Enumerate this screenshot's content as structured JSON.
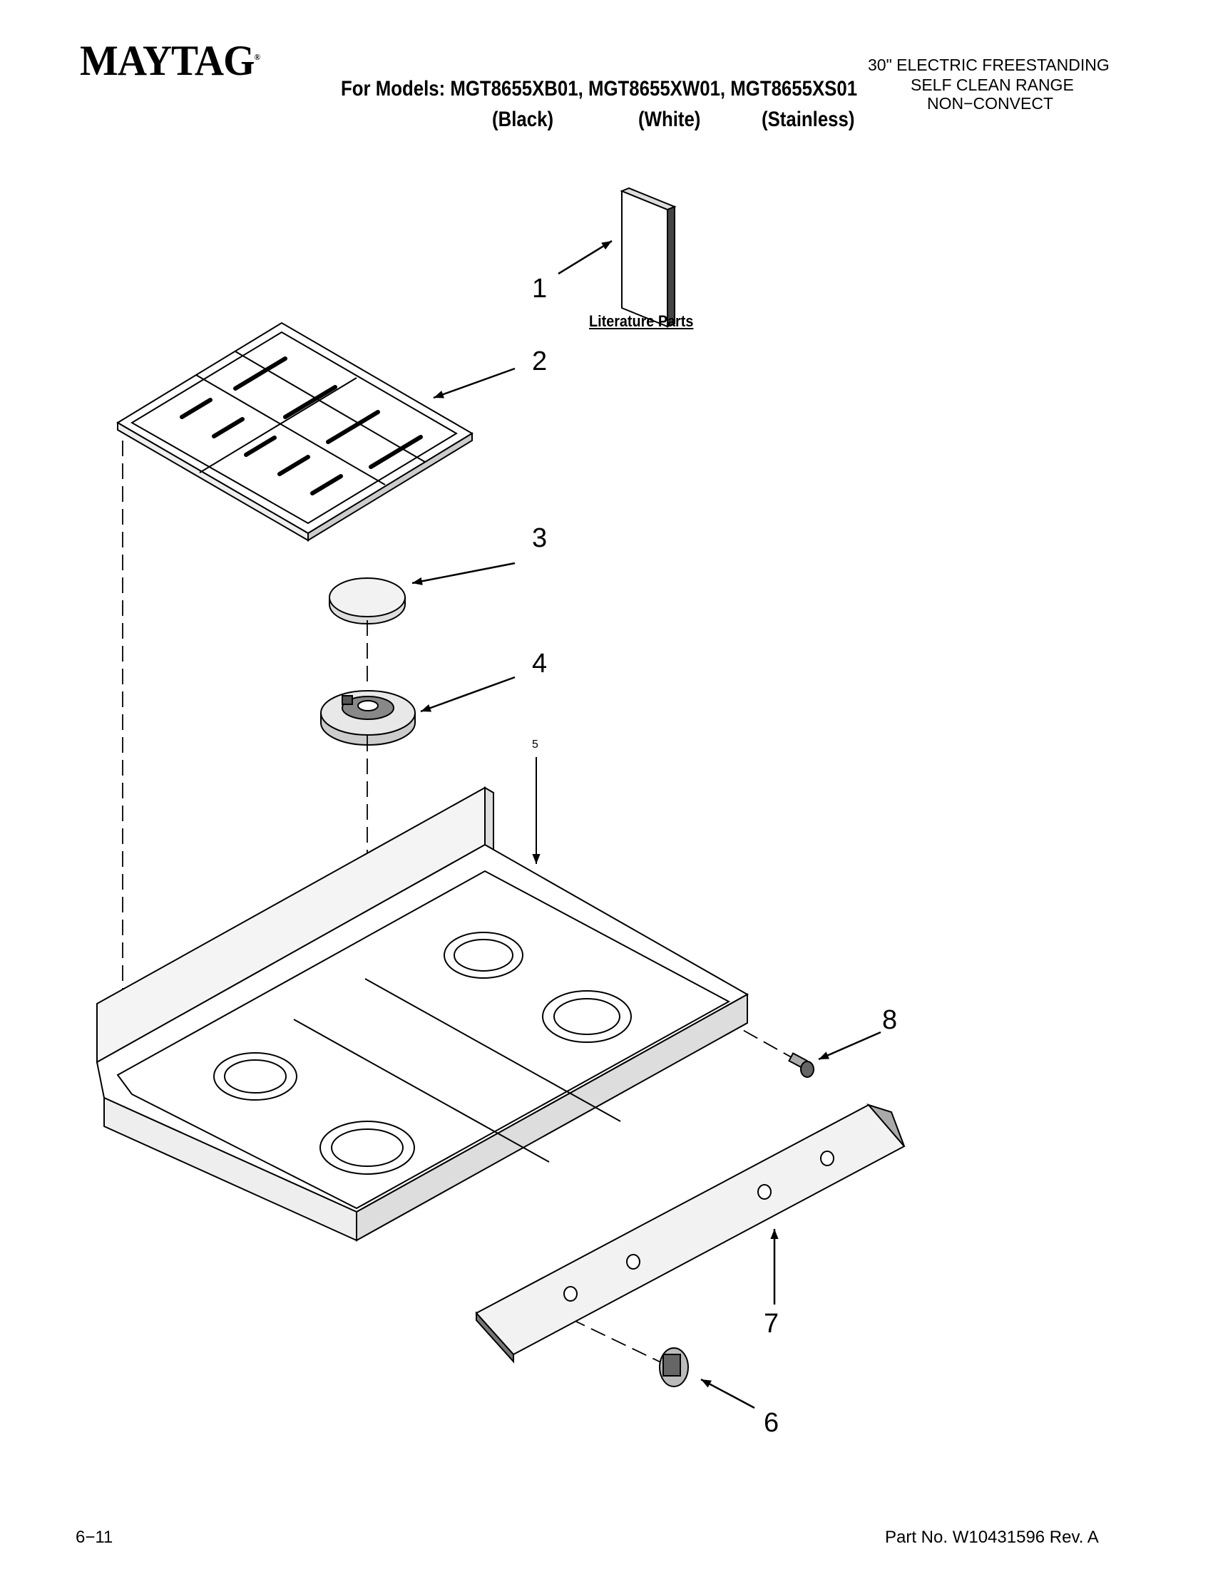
{
  "header": {
    "brand": "MAYTAG",
    "brand_mark": "®",
    "models_line": "For Models: MGT8655XB01, MGT8655XW01, MGT8655XS01",
    "variants": [
      "(Black)",
      "(White)",
      "(Stainless)"
    ],
    "description": [
      "30\" ELECTRIC FREESTANDING",
      "SELF CLEAN RANGE",
      "NON−CONVECT"
    ]
  },
  "diagram": {
    "literature_label": "Literature Parts",
    "callouts": {
      "c1": "1",
      "c2": "2",
      "c3": "3",
      "c4": "4",
      "c5": "5",
      "c6": "6",
      "c7": "7",
      "c8": "8"
    }
  },
  "footer": {
    "page": "6−11",
    "part_no": "Part No. W10431596 Rev. A"
  }
}
